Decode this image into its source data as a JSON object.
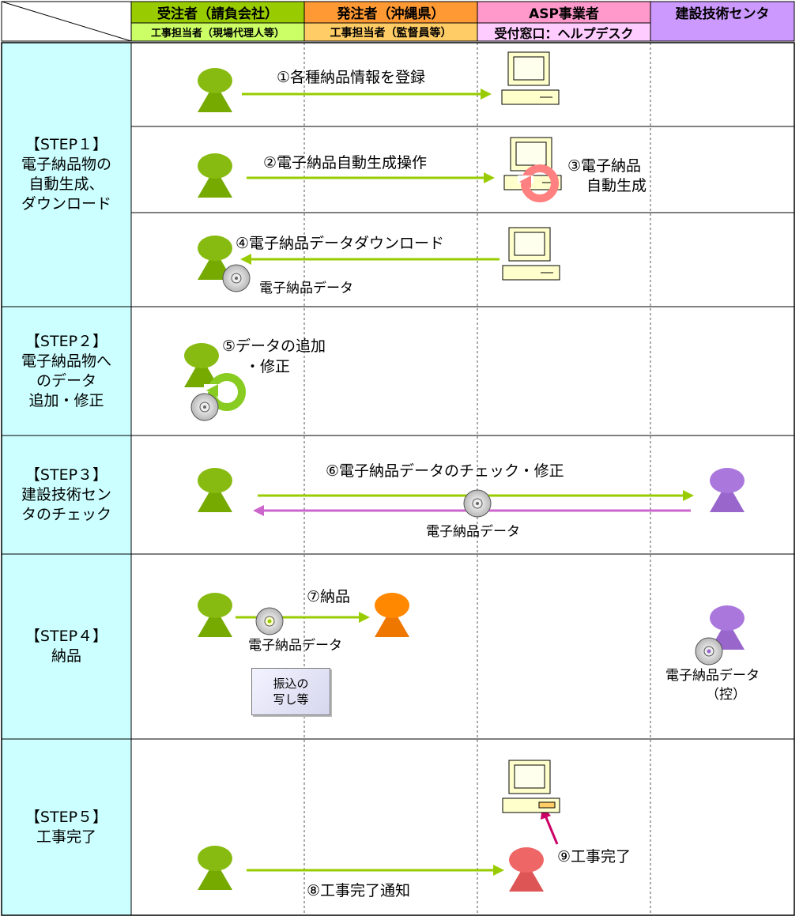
{
  "header": {
    "col1_main": "受注者（請負会社）",
    "col1_sub": "工事担当者（現場代理人等）",
    "col2_main": "発注者（沖縄県）",
    "col2_sub": "工事担当者（監督員等）",
    "col3_main": "ASP事業者",
    "col3_sub": "受付窓口：ヘルプデスク",
    "col4_main": "建設技術センタ"
  },
  "steps": [
    {
      "line1": "【STEP１】",
      "line2": "電子納品物の",
      "line3": "自動生成、",
      "line4": "ダウンロード"
    },
    {
      "line1": "【STEP２】",
      "line2": "電子納品物へ",
      "line3": "のデータ",
      "line4": "追加・修正"
    },
    {
      "line1": "【STEP３】",
      "line2": "建設技術セン",
      "line3": "タのチェック"
    },
    {
      "line1": "【STEP４】",
      "line2": "納品"
    },
    {
      "line1": "【STEP５】",
      "line2": "工事完了"
    }
  ],
  "labels": {
    "a1": "①各種納品情報を登録",
    "a2": "②電子納品自動生成操作",
    "a3_line1": "③電子納品",
    "a3_line2": "自動生成",
    "a4": "④電子納品データダウンロード",
    "a4_data": "電子納品データ",
    "a5_line1": "⑤データの追加",
    "a5_line2": "・修正",
    "a6": "⑥電子納品データのチェック・修正",
    "a6_data": "電子納品データ",
    "a7": "⑦納品",
    "a7_data": "電子納品データ",
    "a7_note_line1": "振込の",
    "a7_note_line2": "写し等",
    "a7_copy_line1": "電子納品データ",
    "a7_copy_line2": "（控）",
    "a8": "⑧工事完了通知",
    "a9": "⑨工事完了"
  },
  "colors": {
    "header_contractor": "#99cc00",
    "header_orderer": "#ff9933",
    "header_asp": "#ff99cc",
    "header_center": "#cc99ff",
    "step_column": "#ccffff",
    "person_green": "#77aa00",
    "person_orange": "#ee7700",
    "person_purple": "#9966cc",
    "person_red": "#dd5555",
    "arrow_green": "#99cc00",
    "arrow_purple": "#cc66cc",
    "arrow_magenta": "#cc0066",
    "cycle_salmon": "#ff8080"
  }
}
